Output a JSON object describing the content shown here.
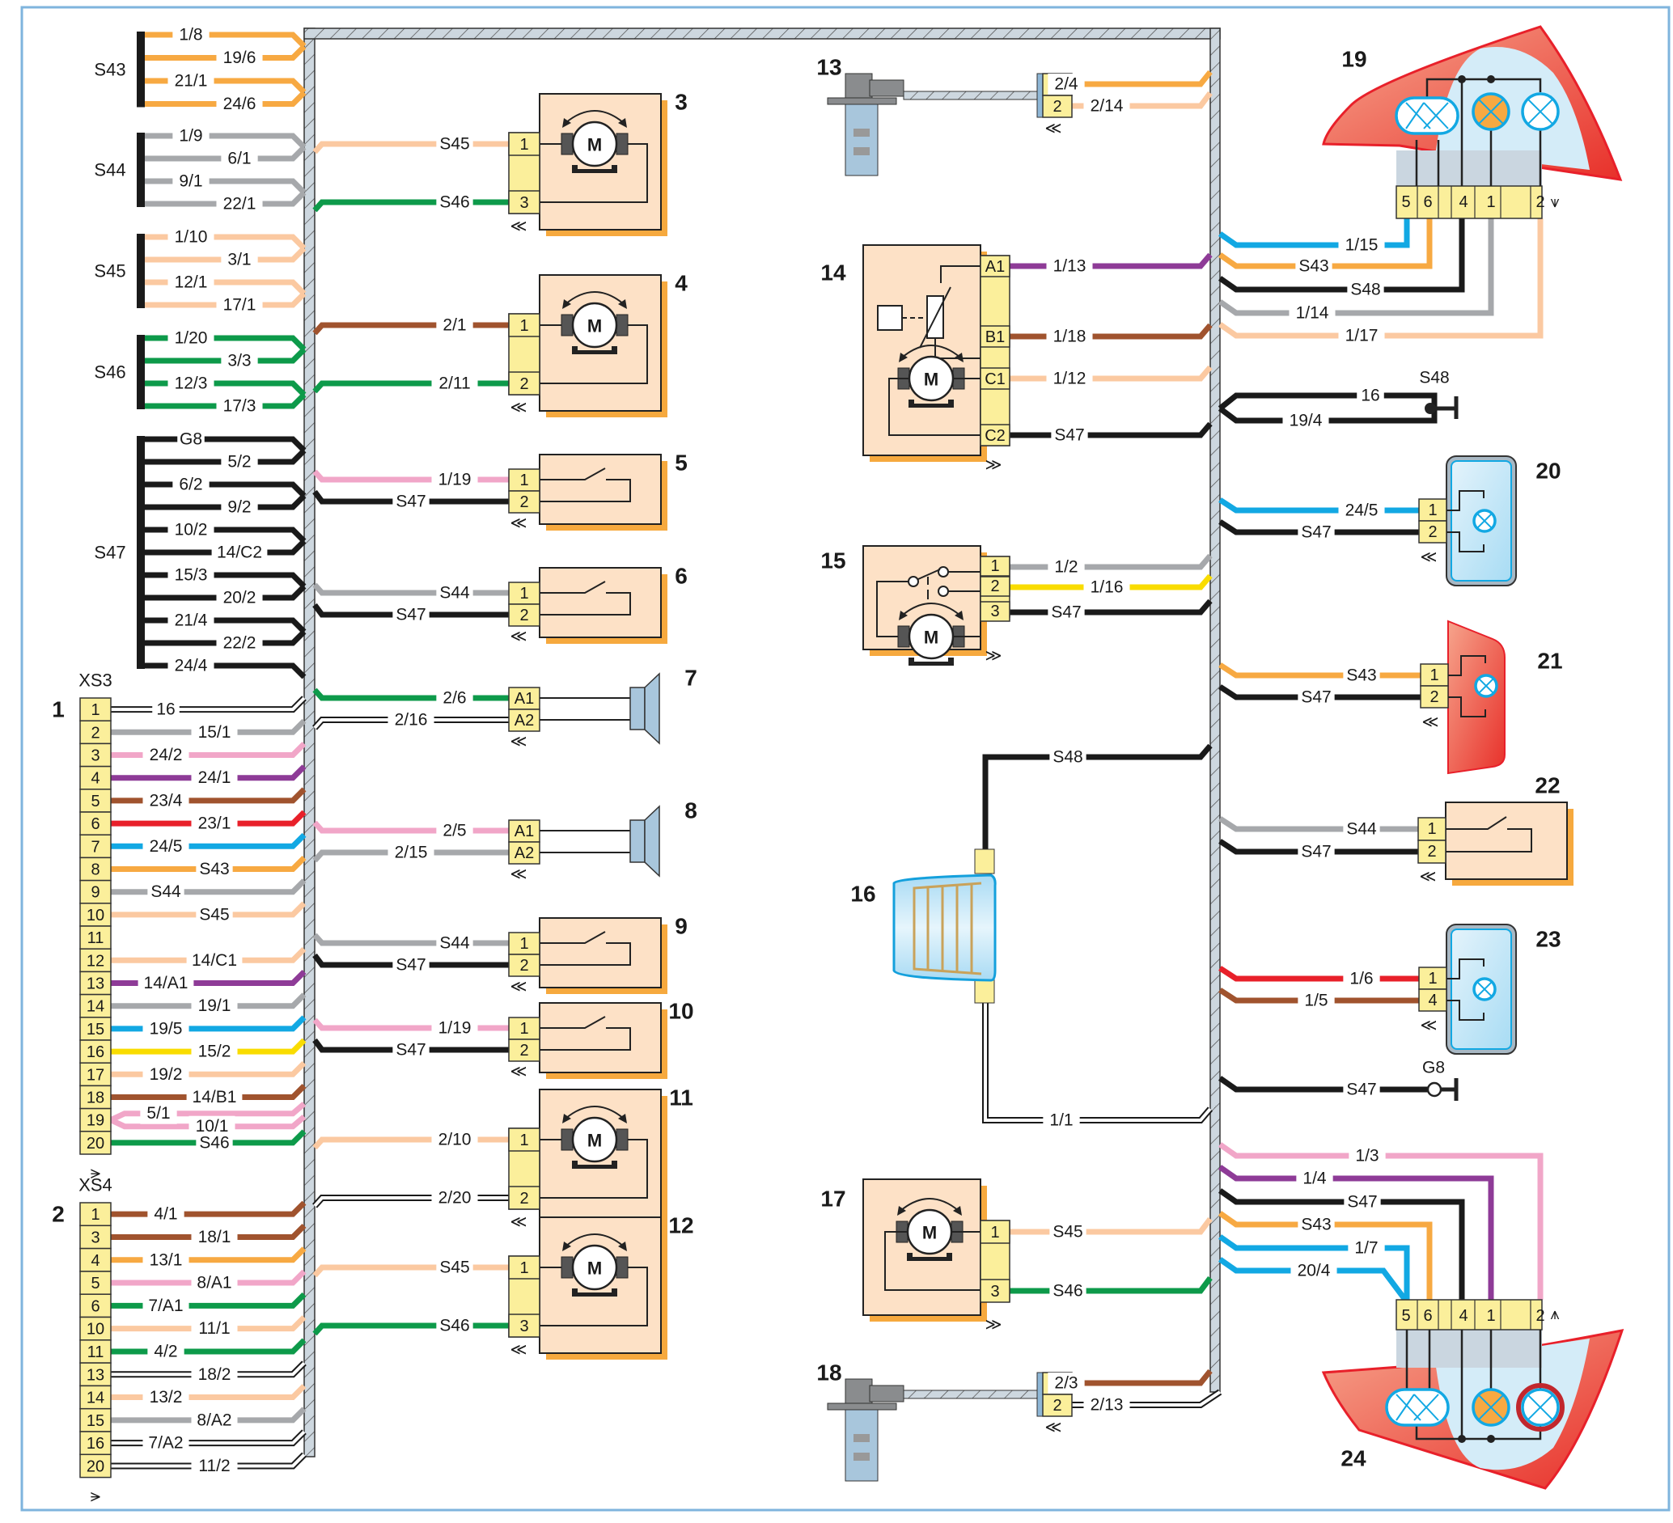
{
  "colors": {
    "orange": "#f7a942",
    "grey": "#a6a8ab",
    "peach": "#fbc9a1",
    "green": "#0d9a4a",
    "black": "#1a1a1a",
    "pink": "#f1a6c8",
    "violet": "#8e3b97",
    "brown": "#a0532e",
    "red": "#e8202a",
    "blue": "#12a8e3",
    "yellow": "#f9dc00",
    "white": "#ffffff",
    "harness_fill": "#cdd7df",
    "component_fill": "#fde1c6",
    "component_shadow": "#f6a93e",
    "pin_fill": "#fbef9b",
    "lamp_blue": "#bde3f6",
    "lamp_red": "#ef5b4a",
    "frame": "#7fb4dd"
  },
  "buses": [
    {
      "name": "S43",
      "color": "orange",
      "wires": [
        "1/8",
        "19/6",
        "21/1",
        "24/6"
      ]
    },
    {
      "name": "S44",
      "color": "grey",
      "wires": [
        "1/9",
        "6/1",
        "9/1",
        "22/1"
      ]
    },
    {
      "name": "S45",
      "color": "peach",
      "wires": [
        "1/10",
        "3/1",
        "12/1",
        "17/1"
      ]
    },
    {
      "name": "S46",
      "color": "green",
      "wires": [
        "1/20",
        "3/3",
        "12/3",
        "17/3"
      ]
    },
    {
      "name": "S47",
      "color": "black",
      "wires": [
        "G8",
        "5/2",
        "6/2",
        "9/2",
        "10/2",
        "14/C2",
        "15/3",
        "20/2",
        "21/4",
        "22/2",
        "24/4"
      ]
    }
  ],
  "connectors": [
    {
      "id": "1",
      "name": "XS3",
      "pins": [
        {
          "pin": "1",
          "label": "16",
          "color": "white"
        },
        {
          "pin": "2",
          "label": "15/1",
          "color": "grey"
        },
        {
          "pin": "3",
          "label": "24/2",
          "color": "pink"
        },
        {
          "pin": "4",
          "label": "24/1",
          "color": "violet"
        },
        {
          "pin": "5",
          "label": "23/4",
          "color": "brown"
        },
        {
          "pin": "6",
          "label": "23/1",
          "color": "red"
        },
        {
          "pin": "7",
          "label": "24/5",
          "color": "blue"
        },
        {
          "pin": "8",
          "label": "S43",
          "color": "orange"
        },
        {
          "pin": "9",
          "label": "S44",
          "color": "grey"
        },
        {
          "pin": "10",
          "label": "S45",
          "color": "peach"
        },
        {
          "pin": "11",
          "label": "",
          "color": ""
        },
        {
          "pin": "12",
          "label": "14/C1",
          "color": "peach"
        },
        {
          "pin": "13",
          "label": "14/A1",
          "color": "violet"
        },
        {
          "pin": "14",
          "label": "19/1",
          "color": "grey"
        },
        {
          "pin": "15",
          "label": "19/5",
          "color": "blue"
        },
        {
          "pin": "16",
          "label": "15/2",
          "color": "yellow"
        },
        {
          "pin": "17",
          "label": "19/2",
          "color": "peach"
        },
        {
          "pin": "18",
          "label": "14/B1",
          "color": "brown"
        },
        {
          "pin": "19",
          "label": "5/1",
          "label2": "10/1",
          "color": "pink"
        },
        {
          "pin": "20",
          "label": "S46",
          "color": "green"
        }
      ]
    },
    {
      "id": "2",
      "name": "XS4",
      "pins": [
        {
          "pin": "1",
          "label": "4/1",
          "color": "brown"
        },
        {
          "pin": "3",
          "label": "18/1",
          "color": "brown"
        },
        {
          "pin": "4",
          "label": "13/1",
          "color": "orange"
        },
        {
          "pin": "5",
          "label": "8/A1",
          "color": "pink"
        },
        {
          "pin": "6",
          "label": "7/A1",
          "color": "green"
        },
        {
          "pin": "10",
          "label": "11/1",
          "color": "peach"
        },
        {
          "pin": "11",
          "label": "4/2",
          "color": "green"
        },
        {
          "pin": "13",
          "label": "18/2",
          "color": "white"
        },
        {
          "pin": "14",
          "label": "13/2",
          "color": "peach"
        },
        {
          "pin": "15",
          "label": "8/A2",
          "color": "grey"
        },
        {
          "pin": "16",
          "label": "7/A2",
          "color": "white"
        },
        {
          "pin": "20",
          "label": "11/2",
          "color": "white"
        }
      ]
    }
  ],
  "components": [
    {
      "id": "3",
      "type": "motor",
      "pins": [
        {
          "pin": "1",
          "label": "S45",
          "color": "peach"
        },
        {
          "pin": "3",
          "label": "S46",
          "color": "green"
        }
      ]
    },
    {
      "id": "4",
      "type": "motor",
      "pins": [
        {
          "pin": "1",
          "label": "2/1",
          "color": "brown"
        },
        {
          "pin": "2",
          "label": "2/11",
          "color": "green"
        }
      ]
    },
    {
      "id": "5",
      "type": "switch",
      "pins": [
        {
          "pin": "1",
          "label": "1/19",
          "color": "pink"
        },
        {
          "pin": "2",
          "label": "S47",
          "color": "black"
        }
      ]
    },
    {
      "id": "6",
      "type": "switch",
      "pins": [
        {
          "pin": "1",
          "label": "S44",
          "color": "grey"
        },
        {
          "pin": "2",
          "label": "S47",
          "color": "black"
        }
      ]
    },
    {
      "id": "7",
      "type": "speaker",
      "pins": [
        {
          "pin": "A1",
          "label": "2/6",
          "color": "green"
        },
        {
          "pin": "A2",
          "label": "2/16",
          "color": "white"
        }
      ]
    },
    {
      "id": "8",
      "type": "speaker",
      "pins": [
        {
          "pin": "A1",
          "label": "2/5",
          "color": "pink"
        },
        {
          "pin": "A2",
          "label": "2/15",
          "color": "grey"
        }
      ]
    },
    {
      "id": "9",
      "type": "switch",
      "pins": [
        {
          "pin": "1",
          "label": "S44",
          "color": "grey"
        },
        {
          "pin": "2",
          "label": "S47",
          "color": "black"
        }
      ]
    },
    {
      "id": "10",
      "type": "switch",
      "pins": [
        {
          "pin": "1",
          "label": "1/19",
          "color": "pink"
        },
        {
          "pin": "2",
          "label": "S47",
          "color": "black"
        }
      ]
    },
    {
      "id": "11",
      "type": "motor",
      "pins": [
        {
          "pin": "1",
          "label": "2/10",
          "color": "peach"
        },
        {
          "pin": "2",
          "label": "2/20",
          "color": "white"
        }
      ]
    },
    {
      "id": "12",
      "type": "motor",
      "pins": [
        {
          "pin": "1",
          "label": "S45",
          "color": "peach"
        },
        {
          "pin": "3",
          "label": "S46",
          "color": "green"
        }
      ]
    },
    {
      "id": "13",
      "type": "sensor",
      "pins": [
        {
          "pin": "1",
          "label": "2/4",
          "color": "orange"
        },
        {
          "pin": "2",
          "label": "2/14",
          "color": "peach"
        }
      ]
    },
    {
      "id": "14",
      "type": "motor_pot",
      "pins": [
        {
          "pin": "A1",
          "label": "1/13",
          "color": "violet"
        },
        {
          "pin": "B1",
          "label": "1/18",
          "color": "brown"
        },
        {
          "pin": "C1",
          "label": "1/12",
          "color": "peach"
        },
        {
          "pin": "C2",
          "label": "S47",
          "color": "black"
        }
      ]
    },
    {
      "id": "15",
      "type": "motor_switch",
      "pins": [
        {
          "pin": "1",
          "label": "1/2",
          "color": "grey"
        },
        {
          "pin": "2",
          "label": "1/16",
          "color": "yellow"
        },
        {
          "pin": "3",
          "label": "S47",
          "color": "black"
        }
      ]
    },
    {
      "id": "16",
      "type": "heater",
      "pins": [
        {
          "pin": "top",
          "label": "S48",
          "color": "black"
        },
        {
          "pin": "bottom",
          "label": "1/1",
          "color": "white"
        }
      ]
    },
    {
      "id": "17",
      "type": "motor",
      "pins": [
        {
          "pin": "1",
          "label": "S45",
          "color": "peach"
        },
        {
          "pin": "3",
          "label": "S46",
          "color": "green"
        }
      ]
    },
    {
      "id": "18",
      "type": "sensor",
      "pins": [
        {
          "pin": "1",
          "label": "2/3",
          "color": "brown"
        },
        {
          "pin": "2",
          "label": "2/13",
          "color": "white"
        }
      ]
    },
    {
      "id": "19",
      "type": "tail_lamp_upper",
      "pins": [
        {
          "pin": "5",
          "label": "1/15",
          "color": "blue"
        },
        {
          "pin": "6",
          "label": "S43",
          "color": "orange"
        },
        {
          "pin": "4",
          "label": "S48",
          "color": "black"
        },
        {
          "pin": "1",
          "label": "1/14",
          "color": "grey"
        },
        {
          "pin": "2",
          "label": "1/17",
          "color": "peach"
        }
      ]
    },
    {
      "id": "S48",
      "type": "ground_splice",
      "pins": [
        {
          "pin": "a",
          "label": "16",
          "color": "black"
        },
        {
          "pin": "b",
          "label": "19/4",
          "color": "black"
        }
      ]
    },
    {
      "id": "20",
      "type": "lamp_blue",
      "pins": [
        {
          "pin": "1",
          "label": "24/5",
          "color": "blue"
        },
        {
          "pin": "2",
          "label": "S47",
          "color": "black"
        }
      ]
    },
    {
      "id": "21",
      "type": "lamp_red",
      "pins": [
        {
          "pin": "1",
          "label": "S43",
          "color": "orange"
        },
        {
          "pin": "2",
          "label": "S47",
          "color": "black"
        }
      ]
    },
    {
      "id": "22",
      "type": "switch",
      "pins": [
        {
          "pin": "1",
          "label": "S44",
          "color": "grey"
        },
        {
          "pin": "2",
          "label": "S47",
          "color": "black"
        }
      ]
    },
    {
      "id": "23",
      "type": "lamp_blue",
      "pins": [
        {
          "pin": "1",
          "label": "1/6",
          "color": "red"
        },
        {
          "pin": "4",
          "label": "1/5",
          "color": "brown"
        }
      ]
    },
    {
      "id": "G8",
      "type": "ground",
      "pins": [
        {
          "pin": "a",
          "label": "S47",
          "color": "black"
        }
      ]
    },
    {
      "id": "24",
      "type": "tail_lamp_lower",
      "pins": [
        {
          "pin": "5",
          "label": "20/4",
          "color": "blue"
        },
        {
          "pin": "5b",
          "label": "1/7",
          "color": "blue"
        },
        {
          "pin": "6",
          "label": "S43",
          "color": "orange"
        },
        {
          "pin": "4",
          "label": "S47",
          "color": "black"
        },
        {
          "pin": "1",
          "label": "1/4",
          "color": "violet"
        },
        {
          "pin": "2",
          "label": "1/3",
          "color": "pink"
        }
      ]
    }
  ],
  "labels": {
    "ground_s48": "S48",
    "ground_g8": "G8",
    "lamp_pin_order": [
      "5",
      "6",
      "",
      "4",
      "1",
      "",
      "2"
    ]
  }
}
